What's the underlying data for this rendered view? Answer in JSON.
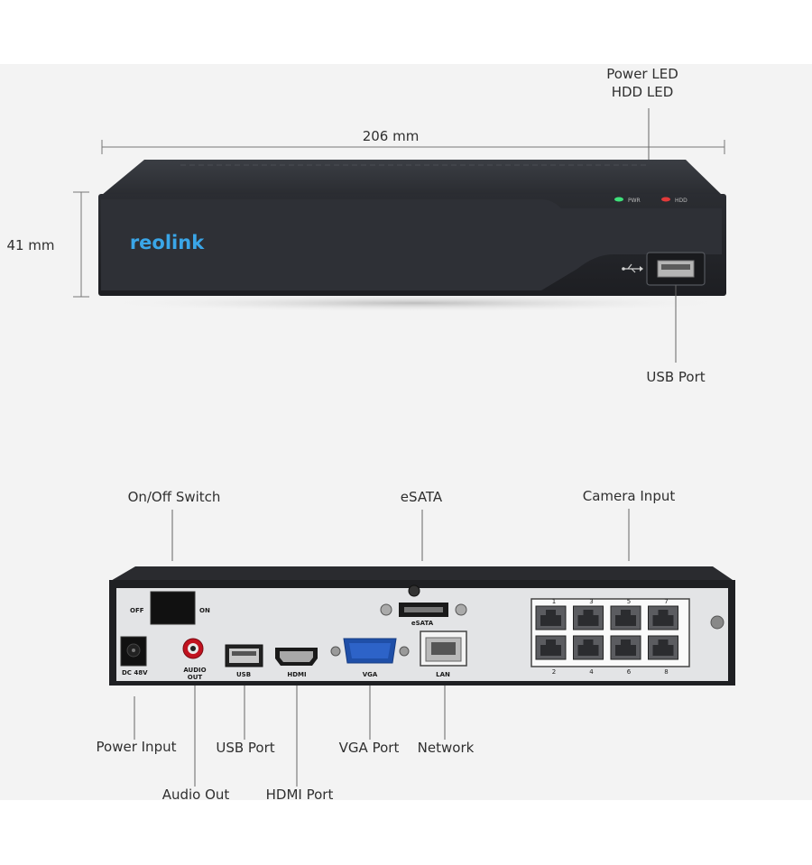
{
  "brand": {
    "logo_text": "reolink",
    "accent": "#3aa6e8"
  },
  "front": {
    "width_label": "206 mm",
    "height_label": "41 mm",
    "callouts": {
      "power_led": "Power LED",
      "hdd_led": "HDD LED",
      "usb_port": "USB Port"
    },
    "led_labels": {
      "pwr": "PWR",
      "hdd": "HDD"
    },
    "led_colors": {
      "pwr": "#3ee07a",
      "hdd": "#e23a3a"
    },
    "usb_icon": "usb-icon"
  },
  "rear": {
    "callouts_top": {
      "switch": "On/Off Switch",
      "esata": "eSATA",
      "camera": "Camera Input"
    },
    "callouts_bottom": {
      "power_input": "Power Input",
      "audio_out": "Audio Out",
      "usb_port": "USB Port",
      "hdmi_port": "HDMI Port",
      "vga_port": "VGA Port",
      "network": "Network"
    },
    "panel_labels": {
      "off": "OFF",
      "on": "ON",
      "dc": "DC 48V",
      "audio_line1": "AUDIO",
      "audio_line2": "OUT",
      "usb": "USB",
      "hdmi": "HDMI",
      "vga": "VGA",
      "lan": "LAN",
      "esata": "eSATA"
    },
    "poe_top_numbers": [
      "1",
      "3",
      "5",
      "7"
    ],
    "poe_bottom_numbers": [
      "2",
      "4",
      "6",
      "8"
    ]
  }
}
